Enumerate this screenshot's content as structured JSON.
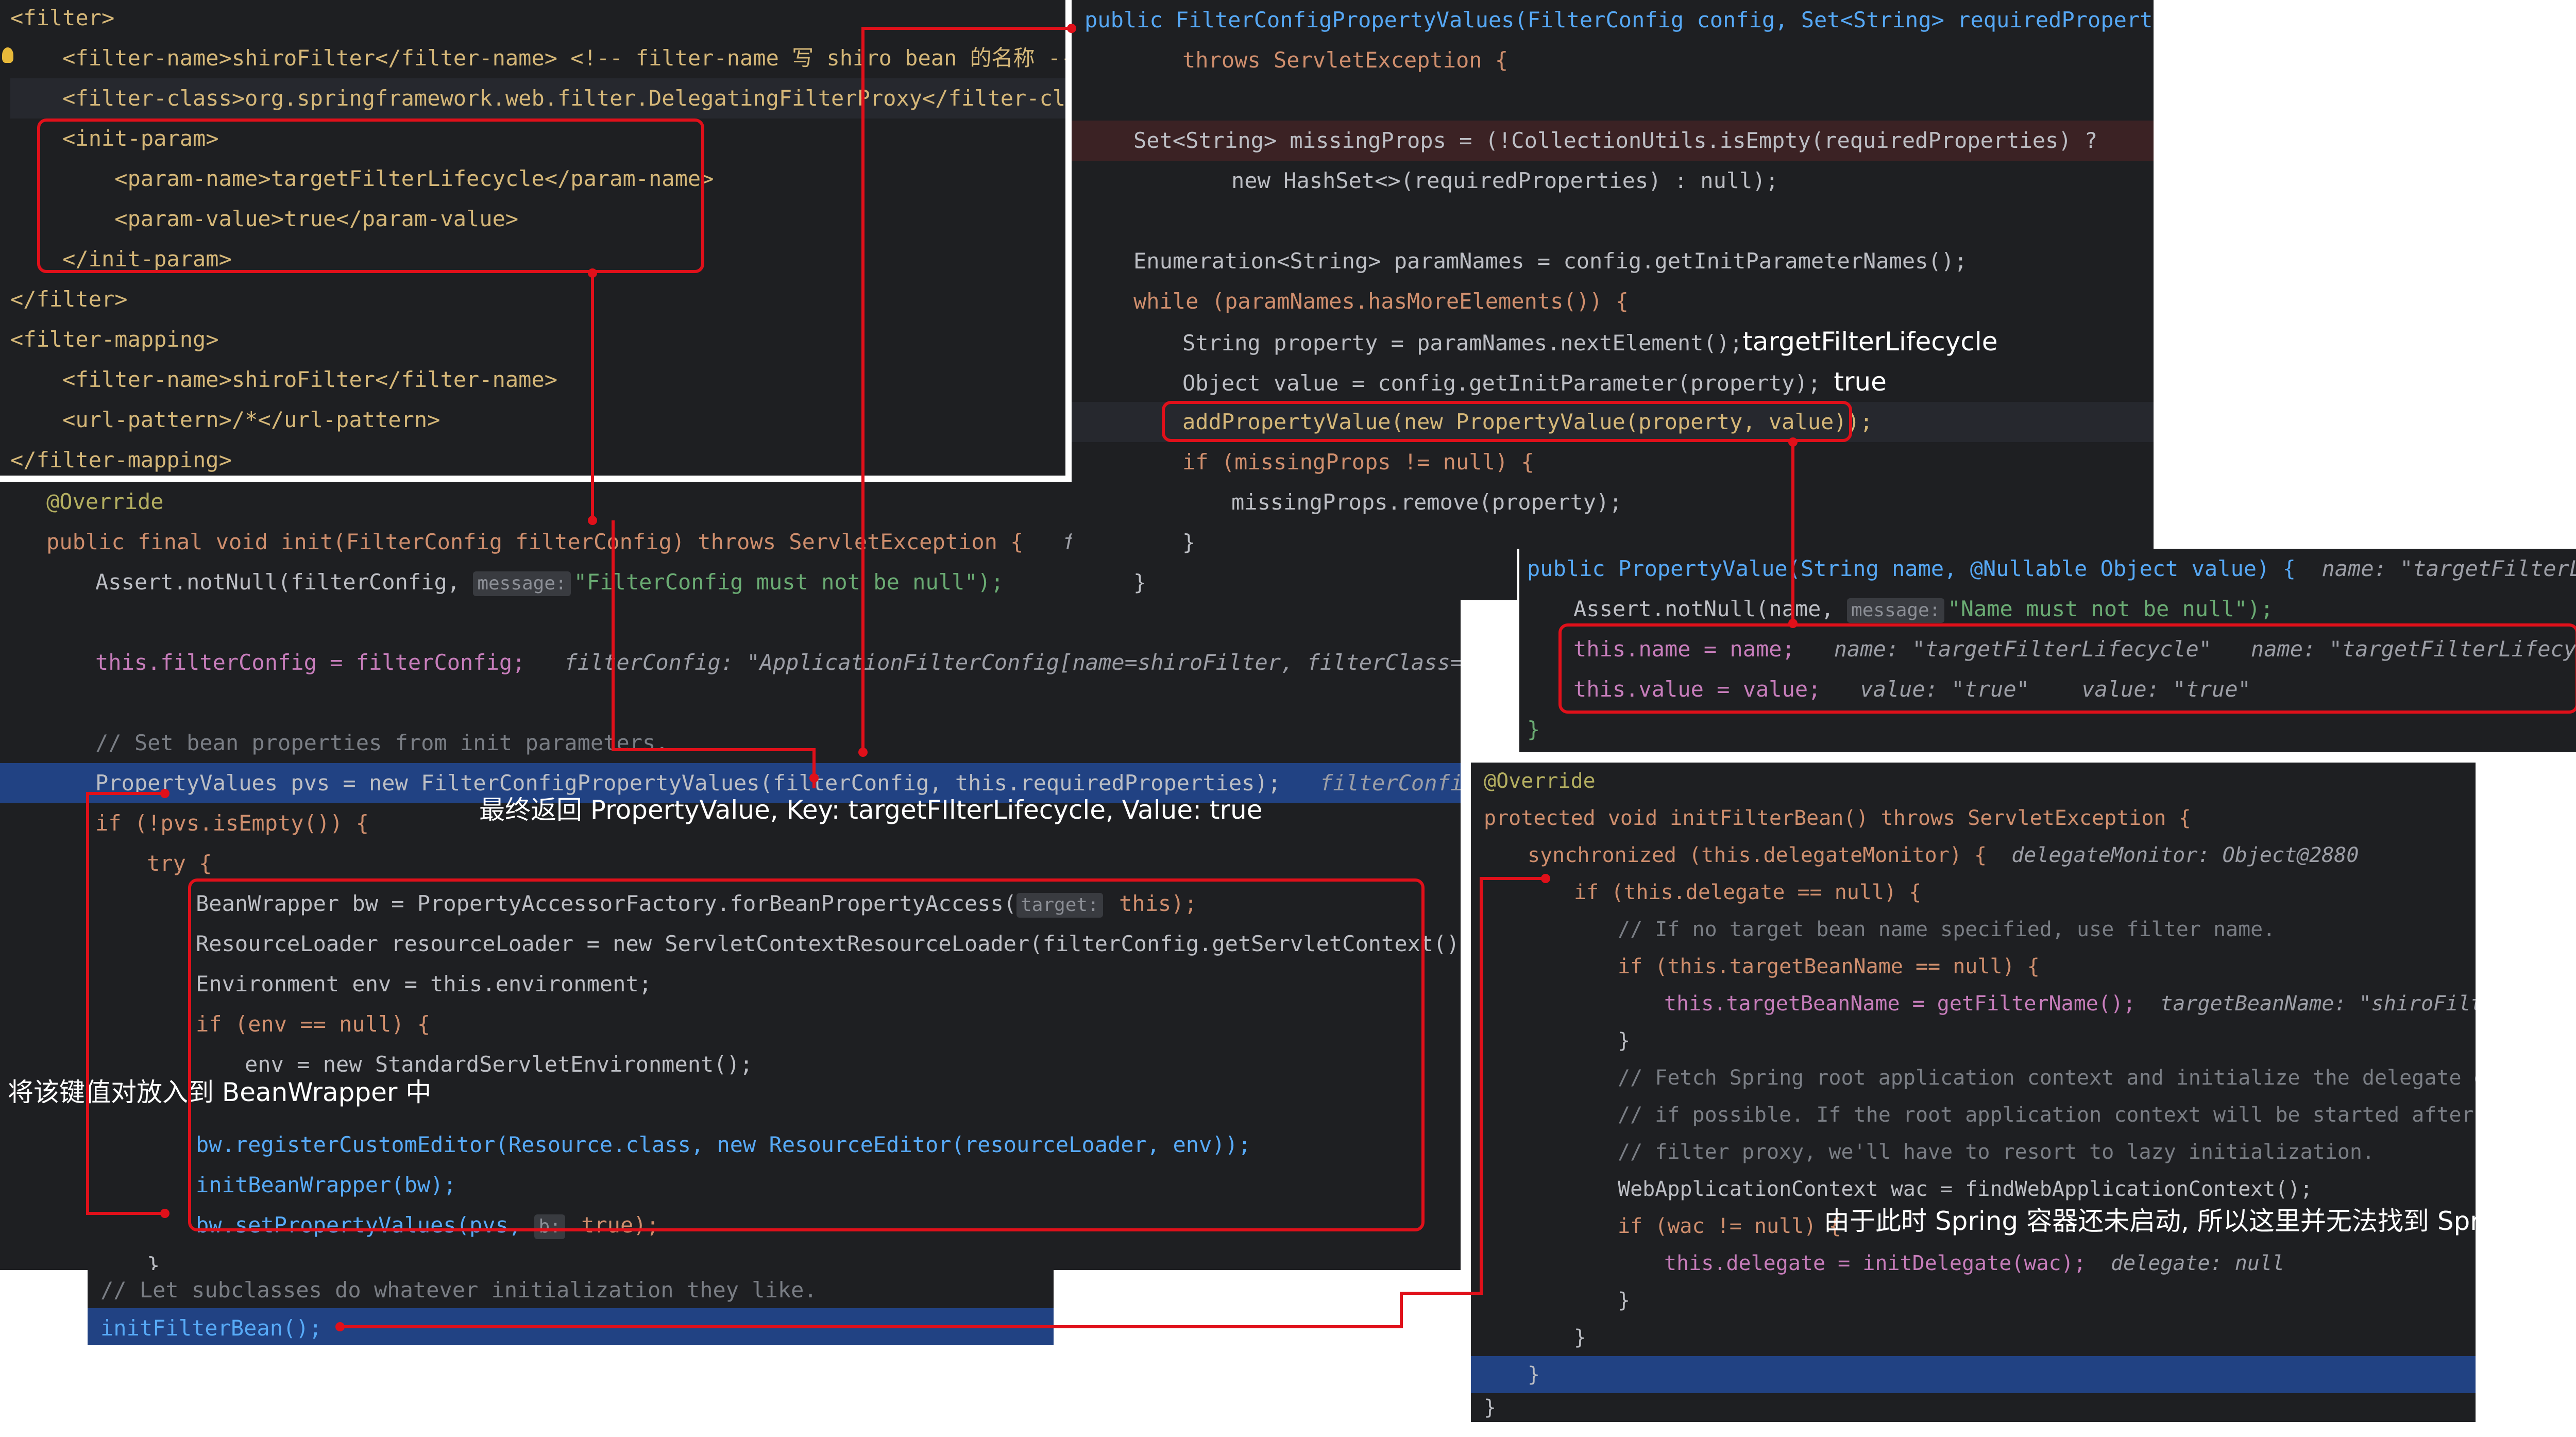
{
  "xml_panel": {
    "lines": [
      "<filter>",
      "    <filter-name>shiroFilter</filter-name> <!-- filter-name 写 shiro bean 的名称 -->",
      "    <filter-class>org.springframework.web.filter.DelegatingFilterProxy</filter-class>",
      "    <init-param>",
      "        <param-name>targetFilterLifecycle</param-name>",
      "        <param-value>true</param-value>",
      "    </init-param>",
      "</filter>",
      "<filter-mapping>",
      "    <filter-name>shiroFilter</filter-name>",
      "    <url-pattern>/*</url-pattern>",
      "</filter-mapping>"
    ]
  },
  "init_panel": {
    "annotation_override": "@Override",
    "signature": "public final void init(FilterConfig filterConfig) throws ServletException {",
    "signature_hint": "filte",
    "assert_line": "Assert.notNull(filterConfig, ",
    "assert_badge": "message:",
    "assert_msg": "\"FilterConfig must not be null\");",
    "this_filterconfig": "this.filterConfig = filterConfig;",
    "this_filterconfig_hint": "filterConfig: \"ApplicationFilterConfig[name=shiroFilter, filterClass=org.sp",
    "comment_bean_props": "// Set bean properties from init parameters.",
    "pvs_line": "PropertyValues pvs = new FilterConfigPropertyValues(filterConfig, this.requiredProperties);",
    "pvs_hint": "filterConfig: \"A",
    "if_empty": "if (!pvs.isEmpty()) {",
    "try_line": "try {",
    "bw_line": "BeanWrapper bw = PropertyAccessorFactory.forBeanPropertyAccess(",
    "bw_badge": "target:",
    "bw_end": " this);",
    "rl_line": "ResourceLoader resourceLoader = new ServletContextResourceLoader(filterConfig.getServletContext());",
    "env_line": "Environment env = this.environment;",
    "if_env": "if (env == null) {",
    "env_new": "env = new StandardServletEnvironment();",
    "close_brace": "}",
    "register_line": "bw.registerCustomEditor(Resource.class, new ResourceEditor(resourceLoader, env));",
    "initbw_line": "initBeanWrapper(bw);",
    "setpv_line": "bw.setPropertyValues(pvs, ",
    "setpv_badge": "b:",
    "setpv_end": " true);",
    "let_subclasses": "// Let subclasses do whatever initialization they like.",
    "init_filter_bean": "initFilterBean();"
  },
  "fcpv_panel": {
    "signature": "public FilterConfigPropertyValues(FilterConfig config, Set<String> requiredProperties)",
    "throws_line": "throws ServletException {",
    "missing_props": "Set<String> missingProps = (!CollectionUtils.isEmpty(requiredProperties) ?",
    "new_hashset": "new HashSet<>(requiredProperties) : null);",
    "enum_line": "Enumeration<String> paramNames = config.getInitParameterNames();",
    "while_line": "while (paramNames.hasMoreElements()) {",
    "property_line": "String property = paramNames.nextElement();",
    "property_note": "targetFilterLifecycle",
    "value_line": "Object value = config.getInitParameter(property);",
    "value_note": "true",
    "add_line": "addPropertyValue(new PropertyValue(property, value));",
    "if_missing": "if (missingProps != null) {",
    "remove_line": "missingProps.remove(property);",
    "close_brace": "}"
  },
  "pv_panel": {
    "signature": "public PropertyValue(String name, @Nullable Object value) {",
    "signature_hint": "name: \"targetFilterLifec",
    "assert_line": "Assert.notNull(name, ",
    "assert_badge": "message:",
    "assert_msg": "\"Name must not be null\");",
    "name_line": "this.name = name;",
    "name_hint1": "name: \"targetFilterLifecycle\"",
    "name_hint2": "name: \"targetFilterLifecycle\"",
    "value_line": "this.value = value;",
    "value_hint1": "value: \"true\"",
    "value_hint2": "value: \"true\"",
    "close_brace": "}"
  },
  "ifb_panel": {
    "annotation_override": "@Override",
    "signature": "protected void initFilterBean() throws ServletException {",
    "sync_line": "synchronized (this.delegateMonitor) {",
    "sync_hint": "delegateMonitor: Object@2880",
    "if_delegate": "if (this.delegate == null) {",
    "c1": "// If no target bean name specified, use filter name.",
    "if_target": "if (this.targetBeanName == null) {",
    "target_assign": "this.targetBeanName = getFilterName();",
    "target_hint": "targetBeanName: \"shiroFilter\"",
    "close_brace": "}",
    "c2": "// Fetch Spring root application context and initialize the delegate early,",
    "c3": "// if possible. If the root application context will be started after this",
    "c4": "// filter proxy, we'll have to resort to lazy initialization.",
    "wac_line": "WebApplicationContext wac = findWebApplicationContext();",
    "if_wac": "if (wac != null) {",
    "delegate_line": "this.delegate = initDelegate(wac);",
    "delegate_hint": "delegate: null"
  },
  "annotations": {
    "returns_note": "最终返回 PropertyValue, Key: targetFIlterLifecycle, Value: true",
    "beanwrapper_note": "将该键值对放入到 BeanWrapper 中",
    "spring_note": "由于此时 Spring 容器还未启动, 所以这里并无法找到 Spring 容器"
  },
  "colors": {
    "panel_bg": "#1e1f22",
    "highlight_blue": "#214283",
    "annotation_red": "#e0101a"
  }
}
